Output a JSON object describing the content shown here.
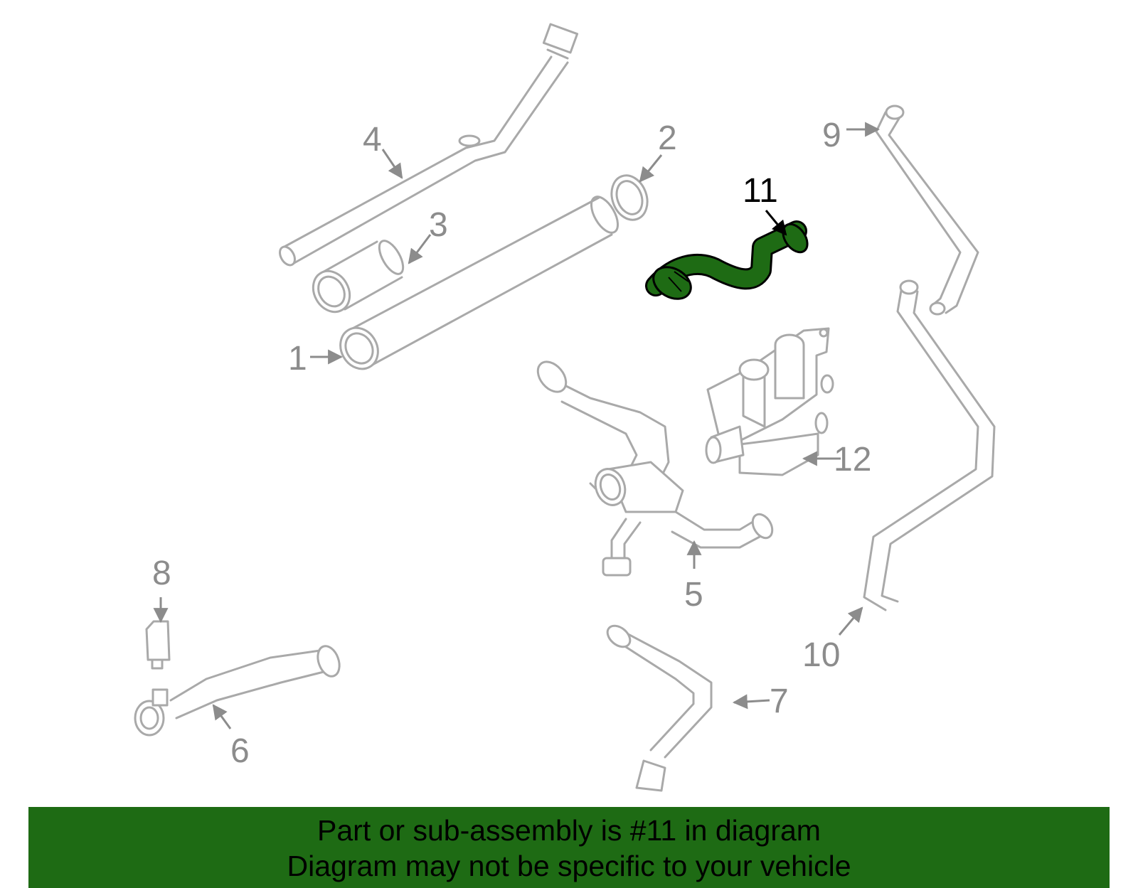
{
  "callouts": {
    "c1": "1",
    "c2": "2",
    "c3": "3",
    "c4": "4",
    "c5": "5",
    "c6": "6",
    "c7": "7",
    "c8": "8",
    "c9": "9",
    "c10": "10",
    "c11": "11",
    "c12": "12"
  },
  "highlight": {
    "part": "11",
    "color": "#1e6b14"
  },
  "banner": {
    "line1": "Part or sub-assembly is #11 in diagram",
    "line2": "Diagram may not be specific to your vehicle",
    "color": "#1e6b14"
  }
}
